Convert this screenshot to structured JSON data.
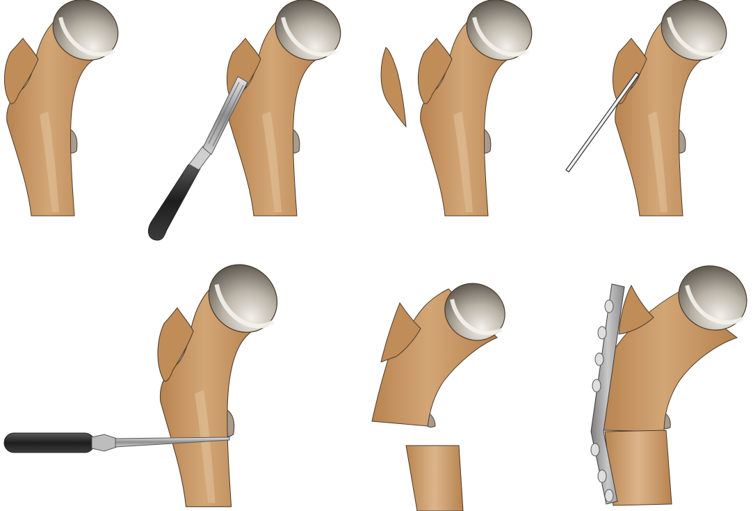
{
  "figure": {
    "panel_count": 7,
    "colors": {
      "bone": "#c4905c",
      "bone_light": "#d6aa7a",
      "bone_outline": "#4a3a2a",
      "cartilage_dark": "#4f4a43",
      "cartilage_light": "#f2efe9",
      "instrument_handle": "#3a3a3a",
      "instrument_metal": "#a8a8a8",
      "plate": "#9a9a9a",
      "screw_head": "#d9d9d9",
      "background": "#ffffff"
    },
    "panels": [
      {
        "id": "step-1",
        "instrument": "none",
        "row": 1
      },
      {
        "id": "step-2",
        "instrument": "osteotome",
        "row": 1
      },
      {
        "id": "step-3",
        "instrument": "none",
        "row": 1
      },
      {
        "id": "step-4",
        "instrument": "guide-wire",
        "row": 1
      },
      {
        "id": "step-5",
        "instrument": "osteotome",
        "row": 2
      },
      {
        "id": "step-6",
        "instrument": "none",
        "row": 2
      },
      {
        "id": "step-7",
        "instrument": "plate-with-screws",
        "row": 2
      }
    ]
  }
}
